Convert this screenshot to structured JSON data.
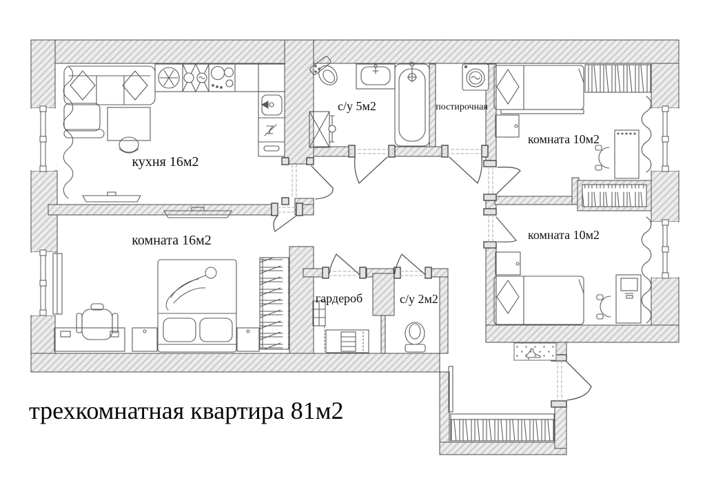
{
  "caption": {
    "text": "трехкомнатная квартира 81м2"
  },
  "rooms": {
    "kitchen": {
      "label": "кухня 16м2"
    },
    "bathroom_large": {
      "label": "с/у 5м2"
    },
    "laundry": {
      "label": "постирочная"
    },
    "bedroom_top": {
      "label": "комната 10м2"
    },
    "bedroom_middle": {
      "label": "комната 10м2"
    },
    "living_room": {
      "label": "комната 16м2"
    },
    "wardrobe": {
      "label": "гардероб"
    },
    "bathroom_small": {
      "label": "с/у 2м2"
    }
  },
  "icons": [
    "fridge-snowflake-icon",
    "hob-burners-icon",
    "kitchen-sink-icon",
    "dishwasher-icon",
    "toilet-icon",
    "washbasin-icon",
    "bathtub-icon",
    "shower-tray-icon",
    "towel-rail-icon",
    "washing-machine-icon",
    "tv-icon",
    "bed-icon",
    "desk-icon",
    "chair-icon",
    "bookshelf-icon",
    "curtain-icon",
    "doormat-icon",
    "shoe-icon",
    "mirror-icon",
    "door-swing-icon",
    "window-icon"
  ],
  "colors": {
    "background": "#ffffff",
    "wall_fill": "#ececec",
    "wall_hatch": "#c9c9c9",
    "line": "#4a4a4a",
    "text": "#0f0f0f"
  }
}
